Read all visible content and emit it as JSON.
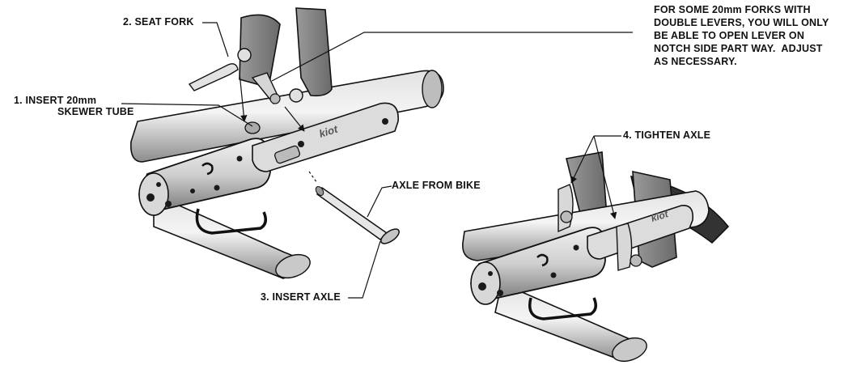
{
  "labels": {
    "seat_fork": "2. SEAT FORK",
    "insert_tube_line1": "1. INSERT 20mm",
    "insert_tube_line2": "SKEWER TUBE",
    "axle_from_bike": "AXLE FROM BIKE",
    "insert_axle": "3. INSERT AXLE",
    "tighten_axle": "4. TIGHTEN AXLE"
  },
  "note": {
    "line1": "FOR SOME 20mm FORKS WITH",
    "line2": "DOUBLE LEVERS, YOU WILL ONLY",
    "line3": "BE ABLE TO OPEN LEVER ON",
    "line4": "NOTCH SIDE PART WAY.  ADJUST",
    "line5": "AS NECESSARY."
  },
  "colors": {
    "ink": "#111111",
    "steel": "#cfcfcf",
    "steel_dark": "#8d8d8d",
    "fork": "#7a7a7a",
    "hole": "#1a1a1a"
  },
  "icons": {
    "quick_release_lever": "lever-icon",
    "axle": "axle-icon",
    "skewer_tube": "tube-icon"
  }
}
